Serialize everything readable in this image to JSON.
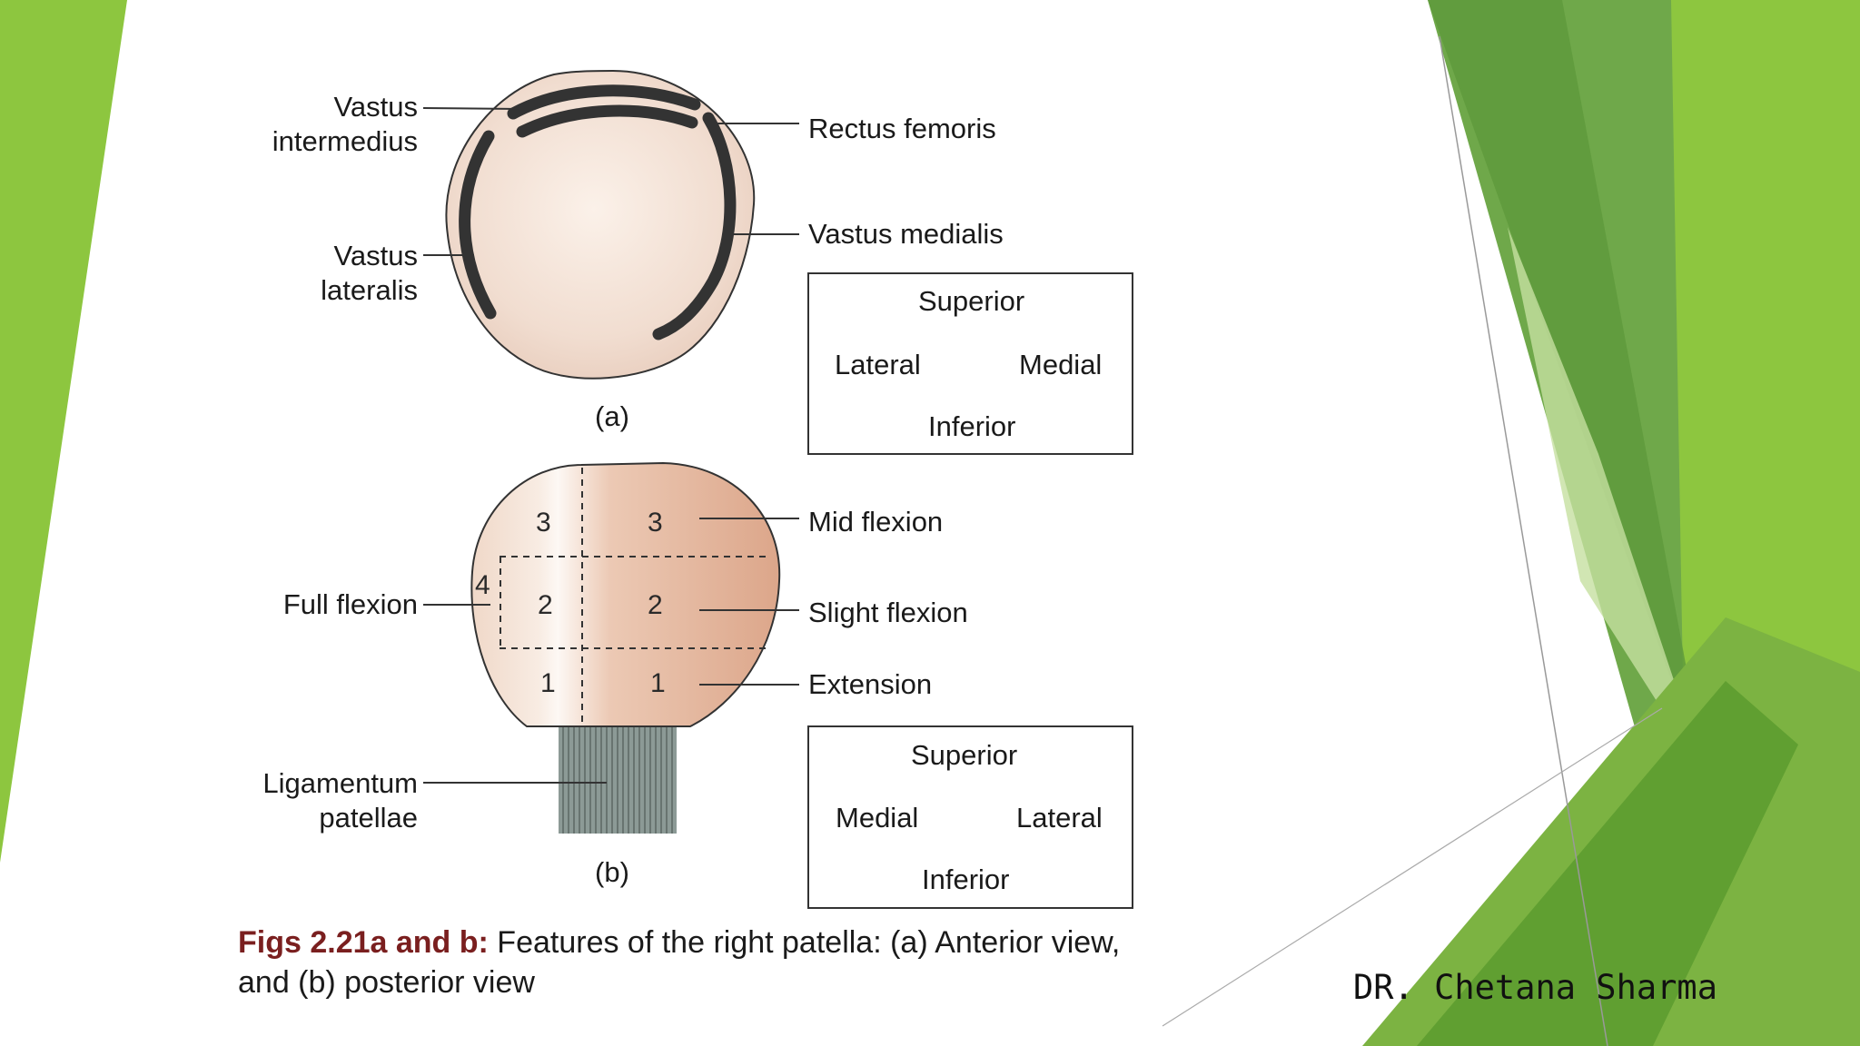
{
  "figure_a": {
    "labels": {
      "vastus_intermedius": [
        "Vastus",
        "intermedius"
      ],
      "vastus_lateralis": [
        "Vastus",
        "lateralis"
      ],
      "rectus_femoris": "Rectus femoris",
      "vastus_medialis": "Vastus medialis"
    },
    "orientation": {
      "top": "Superior",
      "left": "Lateral",
      "right": "Medial",
      "bottom": "Inferior"
    },
    "panel_label": "(a)"
  },
  "figure_b": {
    "labels": {
      "full_flexion": "Full flexion",
      "mid_flexion": "Mid flexion",
      "slight_flexion": "Slight flexion",
      "extension": "Extension",
      "ligamentum_patellae": [
        "Ligamentum",
        "patellae"
      ]
    },
    "facet_numbers": {
      "n3": "3",
      "n2": "2",
      "n1": "1",
      "n4": "4"
    },
    "orientation": {
      "top": "Superior",
      "left": "Medial",
      "right": "Lateral",
      "bottom": "Inferior"
    },
    "panel_label": "(b)"
  },
  "caption": {
    "bold": "Figs 2.21a and b:",
    "line1": " Features of the right patella: (a) Anterior view,",
    "line2": "and (b) posterior view"
  },
  "author": "DR. Chetana Sharma",
  "colors": {
    "green_light": "#8dc63f",
    "green_dark": "#5a9a33",
    "cross": "#7a1a1a"
  }
}
